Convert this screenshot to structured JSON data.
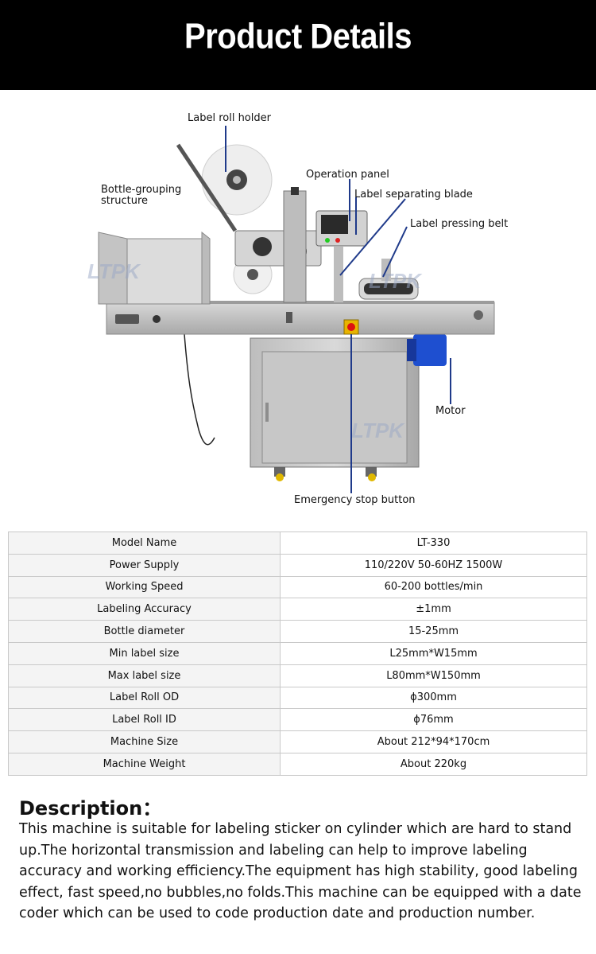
{
  "header": {
    "title": "Product Details"
  },
  "figure": {
    "watermark": "LTPK",
    "callouts": {
      "label_roll_holder": "Label roll holder",
      "bottle_grouping": "Bottle-grouping",
      "bottle_grouping_2": "structure",
      "operation_panel": "Operation panel",
      "label_separating_blade": "Label separating blade",
      "label_pressing_belt": "Label pressing belt",
      "motor": "Motor",
      "emergency_stop": "Emergency stop button"
    }
  },
  "specs": [
    {
      "name": "Model Name",
      "value": "LT-330"
    },
    {
      "name": "Power Supply",
      "value": "110/220V 50-60HZ  1500W"
    },
    {
      "name": "Working Speed",
      "value": "60-200 bottles/min"
    },
    {
      "name": "Labeling Accuracy",
      "value": "±1mm"
    },
    {
      "name": "Bottle diameter",
      "value": "15-25mm"
    },
    {
      "name": "Min label size",
      "value": "L25mm*W15mm"
    },
    {
      "name": "Max label size",
      "value": "L80mm*W150mm"
    },
    {
      "name": "Label Roll OD",
      "value": "ɸ300mm"
    },
    {
      "name": "Label Roll ID",
      "value": "ɸ76mm"
    },
    {
      "name": "Machine Size",
      "value": "About 212*94*170cm"
    },
    {
      "name": "Machine Weight",
      "value": "About 220kg"
    }
  ],
  "description": {
    "title": "Description：",
    "text": "This machine is suitable for labeling sticker on cylinder which are hard to stand up.The horizontal transmission and labeling can help to improve labeling accuracy and working efficiency.The equipment has high stability, good labeling effect, fast speed,no bubbles,no folds.This machine can be equipped with a date coder which can be used to code production date and production number."
  },
  "colors": {
    "banner": "#000000",
    "callout_line": "#1f3a8a",
    "motor": "#1e4fd0",
    "estop": "#e8b400"
  }
}
